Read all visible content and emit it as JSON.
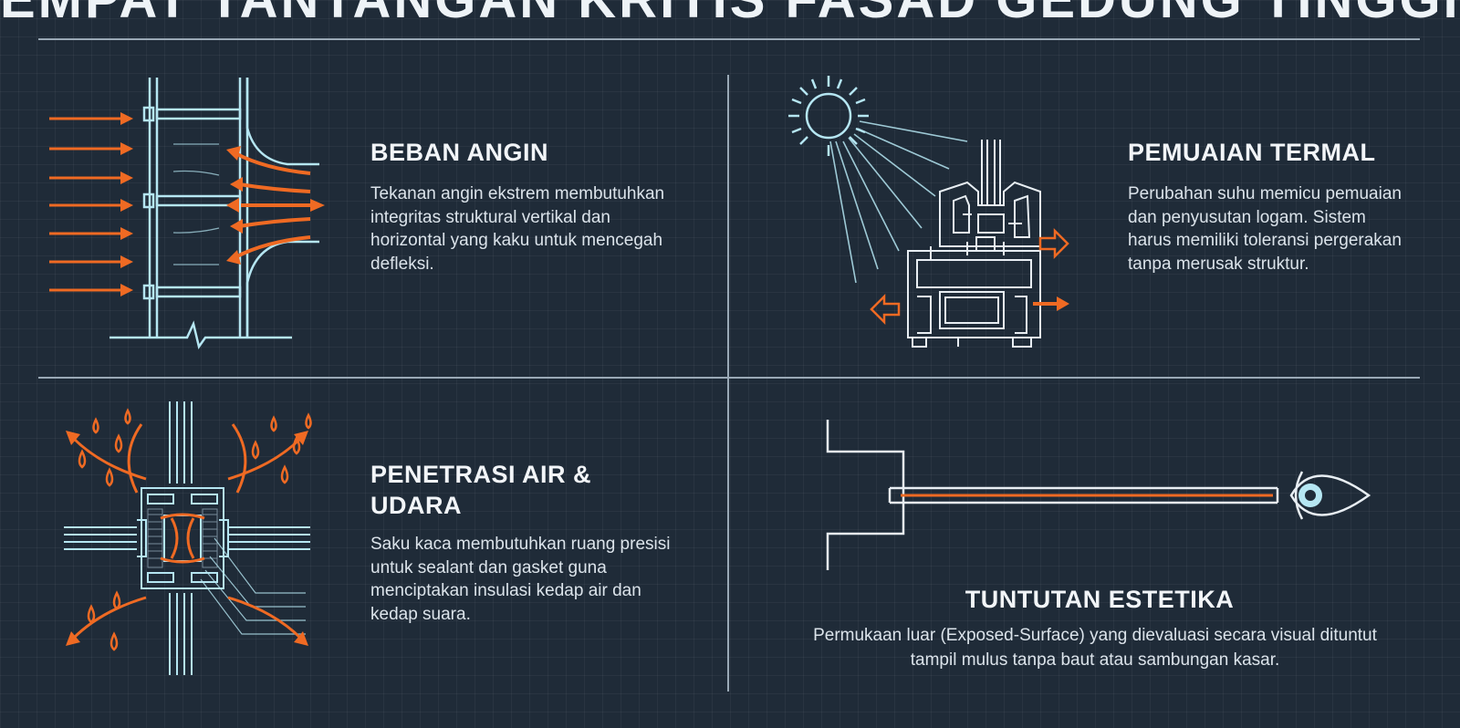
{
  "title": "EMPAT TANTANGAN KRITIS FASAD GEDUNG TINGGI",
  "colors": {
    "background": "#1f2b38",
    "line": "#b5e6f2",
    "accent": "#ef6a23",
    "text": "#e8eef3"
  },
  "sections": [
    {
      "heading": "BEBAN ANGIN",
      "text": "Tekanan angin ekstrem membutuhkan integritas struktural vertikal dan horizontal yang kaku untuk mencegah defleksi.",
      "icon": "wind-load-diagram-icon"
    },
    {
      "heading": "PEMUAIAN TERMAL",
      "text": "Perubahan suhu memicu pemuaian dan penyusutan logam. Sistem harus memiliki toleransi pergerakan tanpa merusak struktur.",
      "icon": "thermal-expansion-diagram-icon"
    },
    {
      "heading": "PENETRASI AIR & UDARA",
      "text": "Saku kaca membutuhkan ruang presisi untuk sealant dan gasket guna menciptakan insulasi kedap air dan kedap suara.",
      "icon": "water-air-penetration-diagram-icon"
    },
    {
      "heading": "TUNTUTAN ESTETIKA",
      "text": "Permukaan luar (Exposed-Surface) yang dievaluasi secara visual dituntut tampil mulus tanpa baut atau sambungan kasar.",
      "icon": "aesthetic-eye-diagram-icon"
    }
  ]
}
